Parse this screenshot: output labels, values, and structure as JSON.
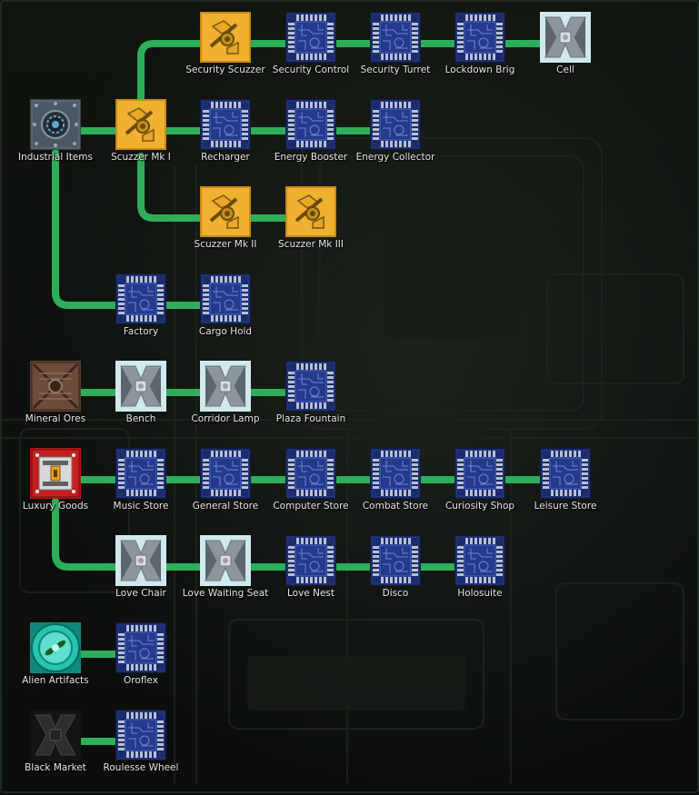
{
  "title": "Research Tree",
  "colors": {
    "link": "#2fae5a",
    "chip_bg": "#1a2a66",
    "scuzzer_bg": "#f0b030",
    "furniture_bg": "#cfe9ee",
    "label": "#e8e8e8"
  },
  "nodes": {
    "industrial_items": {
      "label": "Industrial Items",
      "icon": "industrial-icon"
    },
    "scuzzer_mk1": {
      "label": "Scuzzer Mk I",
      "icon": "scuzzer-icon"
    },
    "security_scuzzer": {
      "label": "Security Scuzzer",
      "icon": "scuzzer-icon"
    },
    "security_control": {
      "label": "Security Control",
      "icon": "chip-icon"
    },
    "security_turret": {
      "label": "Security Turret",
      "icon": "chip-icon"
    },
    "lockdown_brig": {
      "label": "Lockdown Brig",
      "icon": "chip-icon"
    },
    "cell": {
      "label": "Cell",
      "icon": "furniture-icon"
    },
    "recharger": {
      "label": "Recharger",
      "icon": "chip-icon"
    },
    "energy_booster": {
      "label": "Energy Booster",
      "icon": "chip-icon"
    },
    "energy_collector": {
      "label": "Energy Collector",
      "icon": "chip-icon"
    },
    "scuzzer_mk2": {
      "label": "Scuzzer Mk II",
      "icon": "scuzzer-icon"
    },
    "scuzzer_mk3": {
      "label": "Scuzzer Mk III",
      "icon": "scuzzer-icon"
    },
    "factory": {
      "label": "Factory",
      "icon": "chip-icon"
    },
    "cargo_hold": {
      "label": "Cargo Hold",
      "icon": "chip-icon"
    },
    "mineral_ores": {
      "label": "Mineral Ores",
      "icon": "ore-icon"
    },
    "bench": {
      "label": "Bench",
      "icon": "furniture-icon"
    },
    "corridor_lamp": {
      "label": "Corridor Lamp",
      "icon": "furniture-icon"
    },
    "plaza_fountain": {
      "label": "Plaza Fountain",
      "icon": "chip-icon"
    },
    "luxury_goods": {
      "label": "Luxury Goods",
      "icon": "luxury-icon"
    },
    "music_store": {
      "label": "Music Store",
      "icon": "chip-icon"
    },
    "general_store": {
      "label": "General Store",
      "icon": "chip-icon"
    },
    "computer_store": {
      "label": "Computer Store",
      "icon": "chip-icon"
    },
    "combat_store": {
      "label": "Combat Store",
      "icon": "chip-icon"
    },
    "curiosity_shop": {
      "label": "Curiosity Shop",
      "icon": "chip-icon"
    },
    "leisure_store": {
      "label": "Leisure Store",
      "icon": "chip-icon"
    },
    "love_chair": {
      "label": "Love Chair",
      "icon": "furniture-icon"
    },
    "love_waiting_seat": {
      "label": "Love Waiting Seat",
      "icon": "furniture-icon"
    },
    "love_nest": {
      "label": "Love Nest",
      "icon": "chip-icon"
    },
    "disco": {
      "label": "Disco",
      "icon": "chip-icon"
    },
    "holosuite": {
      "label": "Holosuite",
      "icon": "chip-icon"
    },
    "alien_artifacts": {
      "label": "Alien Artifacts",
      "icon": "alien-icon"
    },
    "oroflex": {
      "label": "Oroflex",
      "icon": "chip-icon"
    },
    "black_market": {
      "label": "Black Market",
      "icon": "blackmarket-icon"
    },
    "roulesse_wheel": {
      "label": "Roulesse Wheel",
      "icon": "chip-icon"
    }
  }
}
